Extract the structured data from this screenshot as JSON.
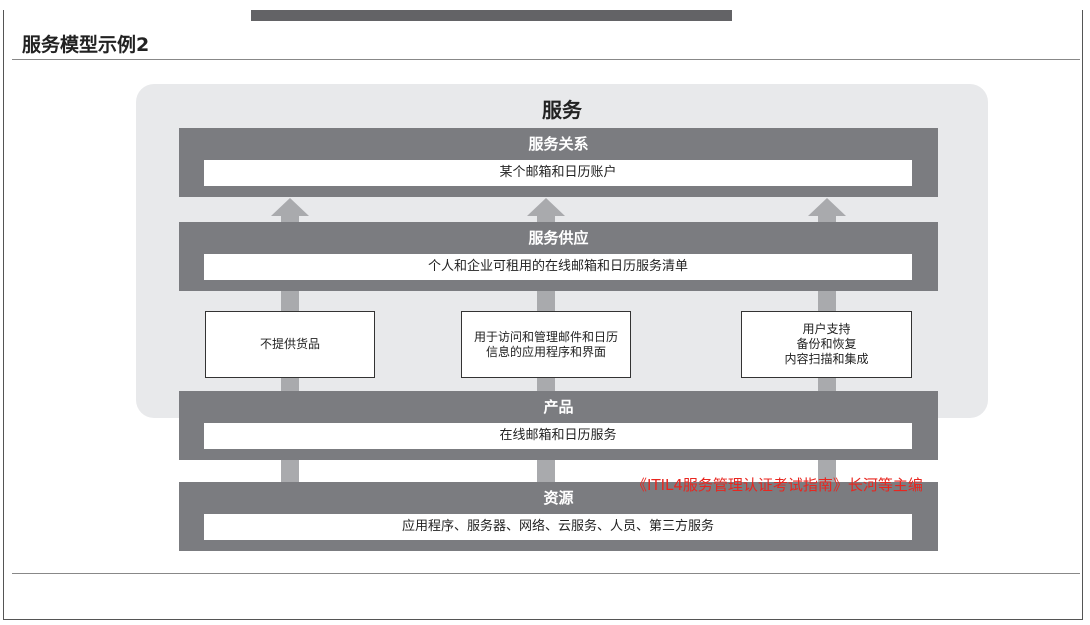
{
  "title": "服务模型示例2",
  "diagram": {
    "title": "服务",
    "layers": [
      {
        "label": "服务关系",
        "content": "某个邮箱和日历账户"
      },
      {
        "label": "服务供应",
        "content": "个人和企业可租用的在线邮箱和日历服务清单"
      },
      {
        "label": "产品",
        "content": "在线邮箱和日历服务"
      },
      {
        "label": "资源",
        "content": "应用程序、服务器、网络、云服务、人员、第三方服务"
      }
    ],
    "components": [
      "不提供货品",
      "用于访问和管理邮件和日历\n信息的应用程序和界面",
      "用户支持\n备份和恢复\n内容扫描和集成"
    ]
  },
  "watermark": "《ITIL4服务管理认证考试指南》长河等主编"
}
